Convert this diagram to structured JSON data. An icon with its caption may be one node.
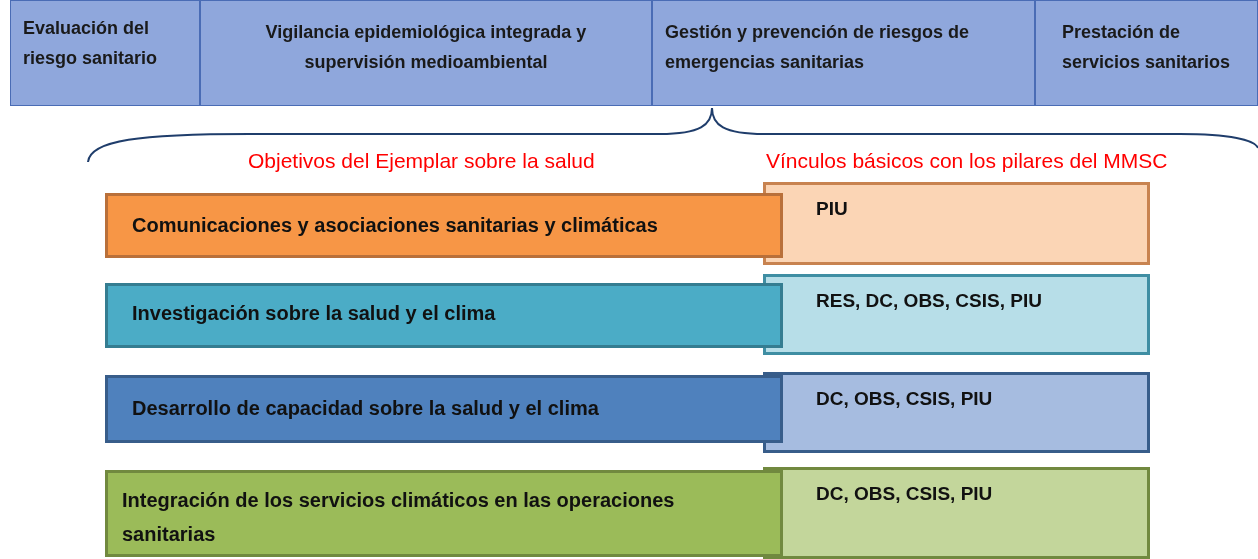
{
  "diagram": {
    "nodes": [
      {
        "text": [
          "Evaluación del riesgo sanitario"
        ]
      },
      {
        "text": [
          "Vigilancia epidemiológica integrada y supervisión medioambiental"
        ]
      },
      {
        "text": [
          "Gestión y prevención de riesgos de emergencias sanitarias"
        ]
      },
      {
        "text": [
          "Prestación de servicios sanitarios"
        ]
      },
      {
        "text": [
          "Comunicaciones y asociaciones sanitarias y climáticas"
        ]
      },
      {
        "text": [
          "PIU"
        ]
      },
      {
        "text": [
          "Investigación sobre la salud y el clima"
        ]
      },
      {
        "text": [
          "RES, DC, OBS, CSIS, PIU"
        ]
      },
      {
        "text": [
          "Desarrollo de capacidad sobre la salud y el clima"
        ]
      },
      {
        "text": [
          "DC, OBS, CSIS, PIU"
        ]
      },
      {
        "text": [
          "Integración de los servicios climáticos en las operaciones sanitarias"
        ]
      },
      {
        "text": [
          "DC, OBS, CSIS, PIU"
        ]
      }
    ],
    "edges": [],
    "labels": [
      "Objetivos del Ejemplar sobre la salud",
      "Vínculos básicos con los pilares del MMSC"
    ]
  }
}
